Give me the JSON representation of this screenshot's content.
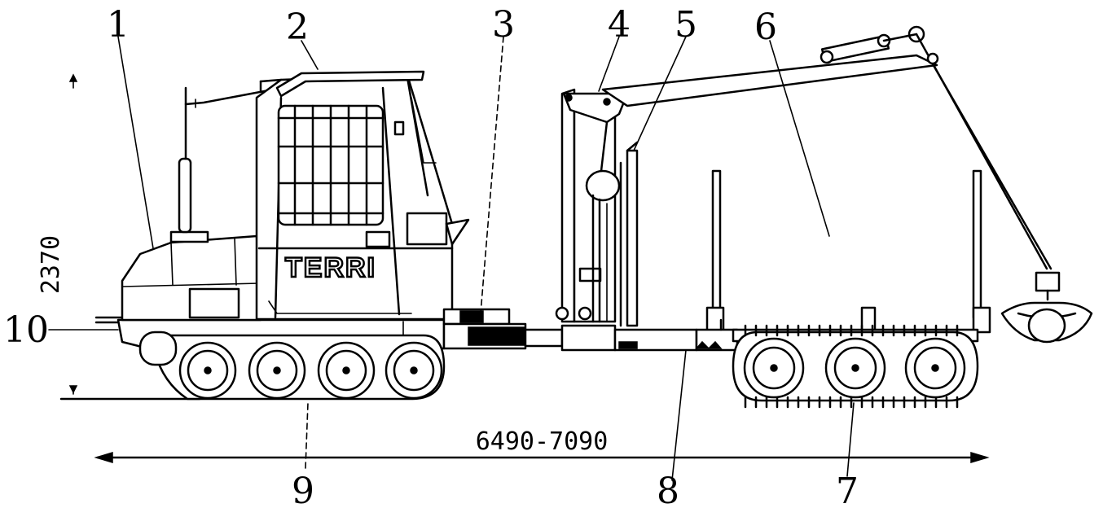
{
  "diagram": {
    "callouts": [
      "1",
      "2",
      "3",
      "4",
      "5",
      "6",
      "7",
      "8",
      "9",
      "10"
    ],
    "brand_text": "TERRI",
    "dimension_height": "2370",
    "dimension_length": "6490-7090"
  }
}
